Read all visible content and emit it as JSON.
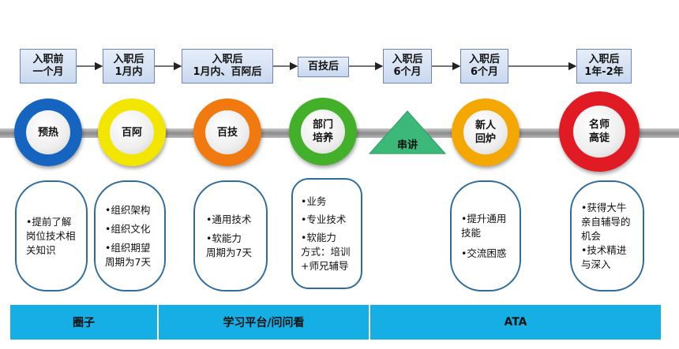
{
  "time_boxes": [
    {
      "lines": [
        "入职前",
        "一个月"
      ]
    },
    {
      "lines": [
        "入职后",
        "1月内"
      ]
    },
    {
      "lines": [
        "入职后",
        "1月内、百阿后"
      ]
    },
    {
      "lines": [
        "百技后"
      ]
    },
    {
      "lines": [
        "入职后",
        "6个月"
      ]
    },
    {
      "lines": [
        "入职后",
        "6个月"
      ]
    },
    {
      "lines": [
        "入职后",
        "1年-2年"
      ]
    }
  ],
  "stages": [
    {
      "lines": [
        "预热"
      ],
      "color": "#1565c0"
    },
    {
      "lines": [
        "百阿"
      ],
      "color": "#f2e600"
    },
    {
      "lines": [
        "百技"
      ],
      "color": "#f07a10"
    },
    {
      "lines": [
        "部门",
        "培养"
      ],
      "color": "#43b02a"
    },
    {
      "lines": [
        "新人",
        "回炉"
      ],
      "color": "#f3a700"
    },
    {
      "lines": [
        "名师",
        "高徒"
      ],
      "color": "#e01b24"
    }
  ],
  "connector": {
    "label": "串讲",
    "color": "#3cb878"
  },
  "details": [
    {
      "lines": [
        "•提前了解",
        "岗位技术相",
        "关知识"
      ]
    },
    {
      "lines": [
        "•组织架构",
        "•组织文化",
        "•组织期望",
        "周期为7天"
      ]
    },
    {
      "lines": [
        "•通用技术",
        "•软能力",
        "周期为7天"
      ]
    },
    {
      "lines": [
        "•业务",
        "•专业技术",
        "•软能力",
        "方式：培训",
        "+师兄辅导"
      ]
    },
    {
      "lines": [
        "•提升通用",
        "技能",
        "•交流困惑"
      ]
    },
    {
      "lines": [
        "•获得大牛",
        "亲自辅导的",
        "机会",
        "•技术精进",
        "与深入"
      ]
    }
  ],
  "bands": [
    {
      "label": "圈子"
    },
    {
      "label": "学习平台/问问看"
    },
    {
      "label": "ATA"
    }
  ]
}
